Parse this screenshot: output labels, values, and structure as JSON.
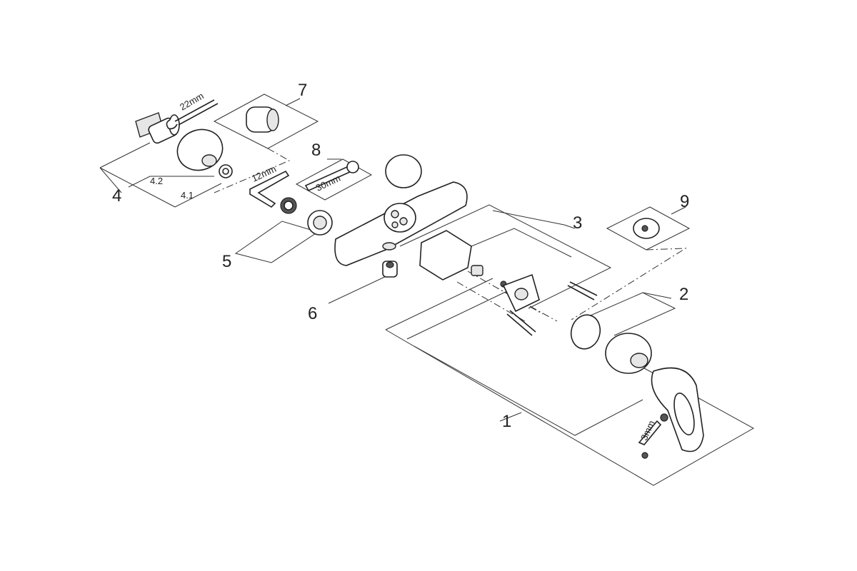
{
  "callouts": {
    "c1": "1",
    "c2": "2",
    "c3": "3",
    "c4": "4",
    "c4_1": "4.1",
    "c4_2": "4.2",
    "c5": "5",
    "c6": "6",
    "c7": "7",
    "c8": "8",
    "c9": "9"
  },
  "tool_sizes": {
    "spanner_top": "22mm",
    "hex_key_12": "12mm",
    "spanner_30": "30mm",
    "hex_key_3": "3mm"
  }
}
